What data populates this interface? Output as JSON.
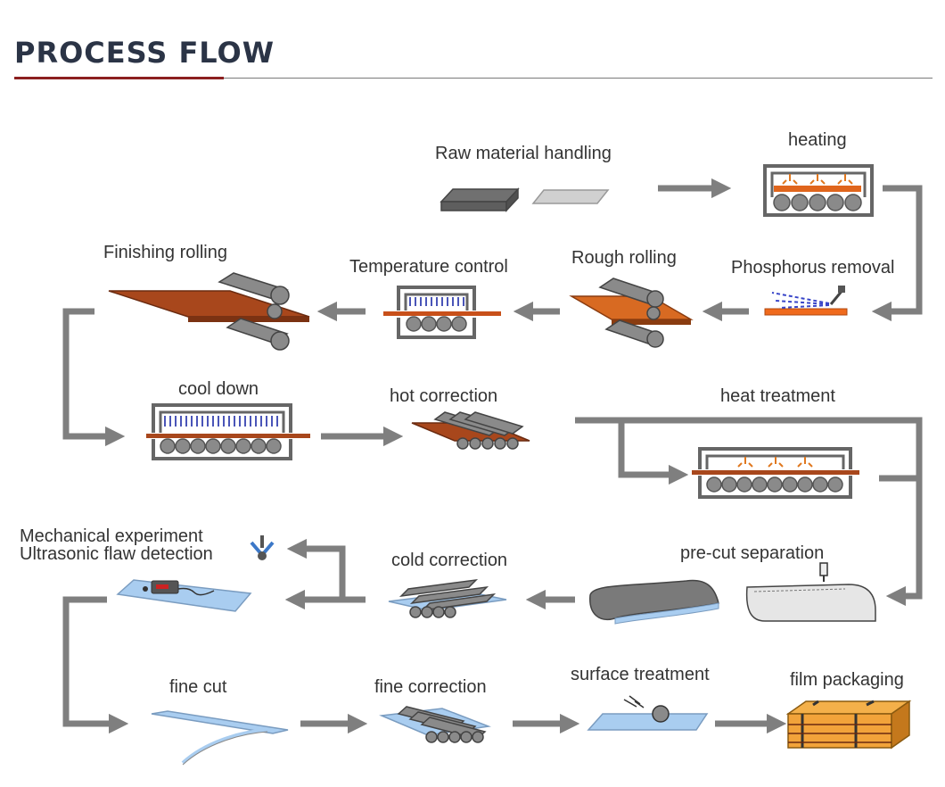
{
  "header": {
    "title": "PROCESS FLOW"
  },
  "colors": {
    "accent": "#8c1f1f",
    "title": "#2b3446",
    "arrow": "#7f7f7f",
    "steel": "#8a8a8a",
    "hot_plate": "#c8501a",
    "cold_plate": "#a9cdf0",
    "package": "#f2a33a"
  },
  "steps": {
    "raw_material": "Raw material handling",
    "heating": "heating",
    "finishing_rolling": "Finishing rolling",
    "temperature_control": "Temperature control",
    "rough_rolling": "Rough rolling",
    "phosphorus_removal": "Phosphorus removal",
    "cool_down": "cool down",
    "hot_correction": "hot correction",
    "heat_treatment": "heat treatment",
    "mechanical_experiment": "Mechanical experiment",
    "ultrasonic_flaw_detection": "Ultrasonic flaw detection",
    "cold_correction": "cold correction",
    "pre_cut_separation": "pre-cut separation",
    "fine_cut": "fine cut",
    "fine_correction": "fine correction",
    "surface_treatment": "surface treatment",
    "film_packaging": "film packaging"
  }
}
